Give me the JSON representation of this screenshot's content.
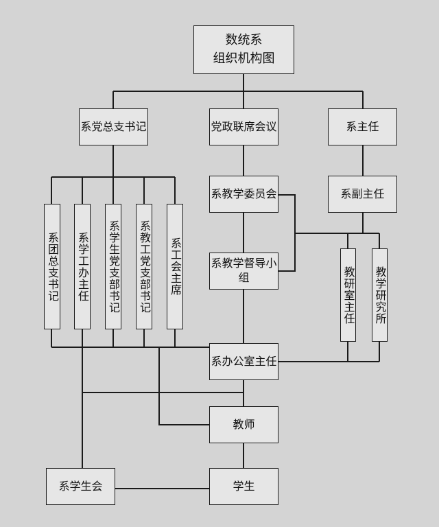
{
  "title": {
    "line1": "数统系",
    "line2": "组织机构图"
  },
  "nodes": {
    "party_secretary": "系党总支书记",
    "joint_meeting": "党政联席会议",
    "director": "系主任",
    "teaching_committee": "系教学委员会",
    "vice_director": "系副主任",
    "teaching_supervision": "系教学督导小组",
    "league_secretary": "系团总支书记",
    "student_affairs_head": "系学工办主任",
    "student_party_secretary": "系学生党支部书记",
    "staff_party_secretary": "系教工党支部书记",
    "union_chair": "系工会主席",
    "section_head": "教研室主任",
    "research_institute": "教学研究所",
    "office_director": "系办公室主任",
    "teachers": "教师",
    "student_union": "系学生会",
    "students": "学生"
  },
  "colors": {
    "background": "#d4d4d4",
    "box_fill": "#e6e6e6",
    "line": "#1a1a1a"
  }
}
